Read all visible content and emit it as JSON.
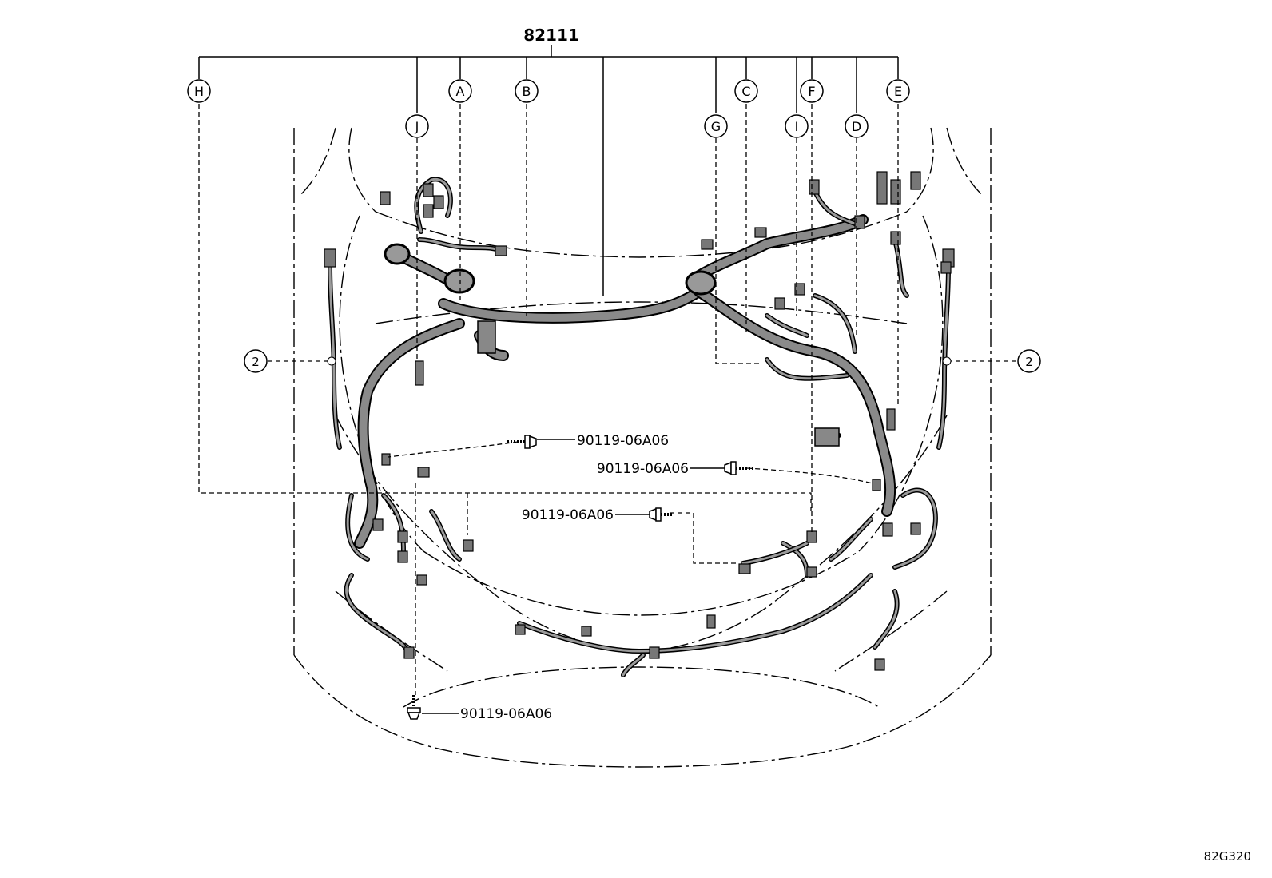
{
  "main_part": "82111",
  "bolt_part": "90119-06A06",
  "callouts": [
    "H",
    "J",
    "A",
    "B",
    "G",
    "C",
    "I",
    "F",
    "D",
    "E"
  ],
  "ref_number": "2",
  "figure_code": "82G320"
}
